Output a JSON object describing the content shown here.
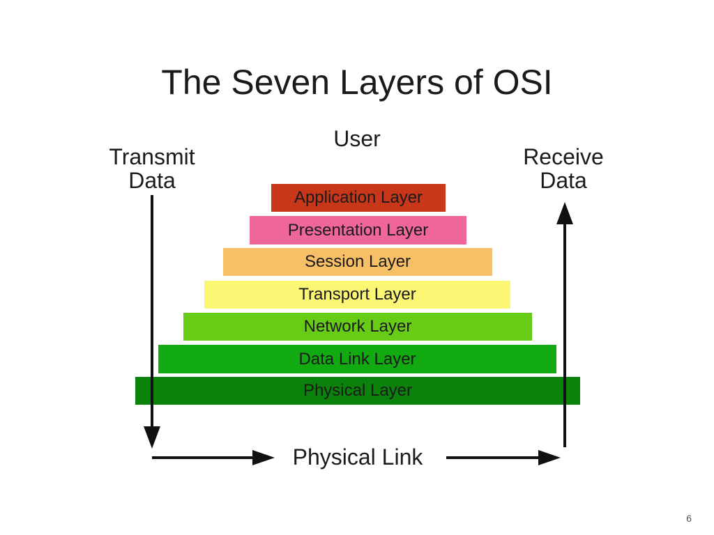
{
  "title": "The Seven Layers of OSI",
  "labels": {
    "user": "User",
    "transmit": "Transmit Data",
    "receive": "Receive Data",
    "physical_link": "Physical Link"
  },
  "layers": [
    {
      "label": "Application Layer",
      "color": "#c8371a"
    },
    {
      "label": "Presentation Layer",
      "color": "#ef6699"
    },
    {
      "label": "Session Layer",
      "color": "#f8c066"
    },
    {
      "label": "Transport Layer",
      "color": "#fbf775"
    },
    {
      "label": "Network Layer",
      "color": "#66cc16"
    },
    {
      "label": "Data Link Layer",
      "color": "#11aa11"
    },
    {
      "label": "Physical Layer",
      "color": "#0b820b"
    }
  ],
  "page_number": "6"
}
